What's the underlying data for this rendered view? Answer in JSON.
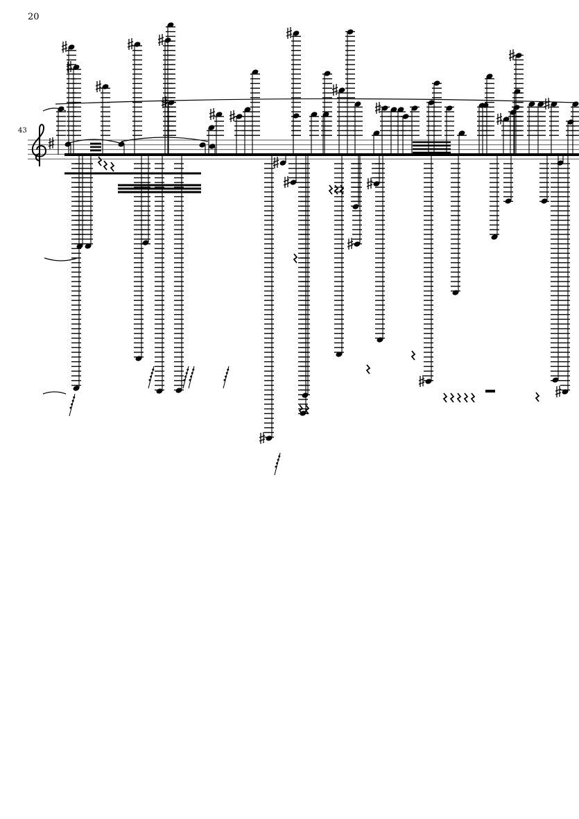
{
  "page": {
    "number": "20"
  },
  "system": {
    "measure_number": "43",
    "clef": "treble-clef",
    "key_signature": "one-sharp"
  },
  "colors": {
    "ink": "#000000",
    "staff": "#555555",
    "paper": "#ffffff"
  }
}
